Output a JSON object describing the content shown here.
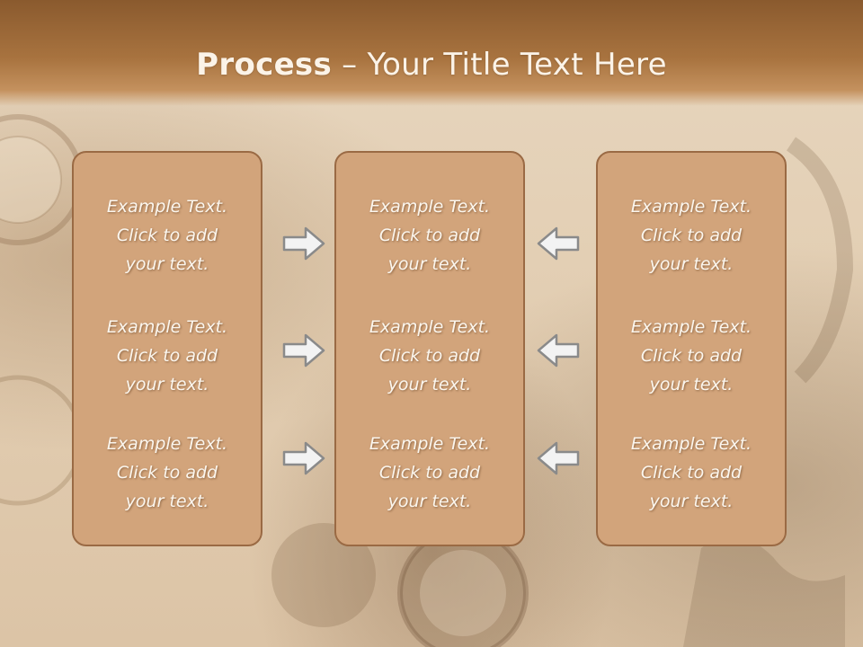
{
  "title": {
    "bold": "Process",
    "rest": " – Your Title Text Here"
  },
  "columns": [
    {
      "items": [
        [
          "Example Text.",
          "Click  to add",
          "your text."
        ],
        [
          "Example Text.",
          "Click  to add",
          "your text."
        ],
        [
          "Example Text.",
          "Click  to add",
          "your text."
        ]
      ]
    },
    {
      "items": [
        [
          "Example Text.",
          "Click  to add",
          "your text."
        ],
        [
          "Example Text.",
          "Click  to add",
          "your text."
        ],
        [
          "Example Text.",
          "Click  to add",
          "your text."
        ]
      ]
    },
    {
      "items": [
        [
          "Example Text.",
          "Click  to add",
          "your text."
        ],
        [
          "Example Text.",
          "Click  to add",
          "your text."
        ],
        [
          "Example Text.",
          "Click  to add",
          "your text."
        ]
      ]
    }
  ],
  "arrows": {
    "left": "arrow-right-icon",
    "right": "arrow-left-icon"
  },
  "colors": {
    "band": "#a8733f",
    "box": "#d2a47b",
    "box_border": "#9a6a44",
    "text": "#fbf6ee"
  }
}
